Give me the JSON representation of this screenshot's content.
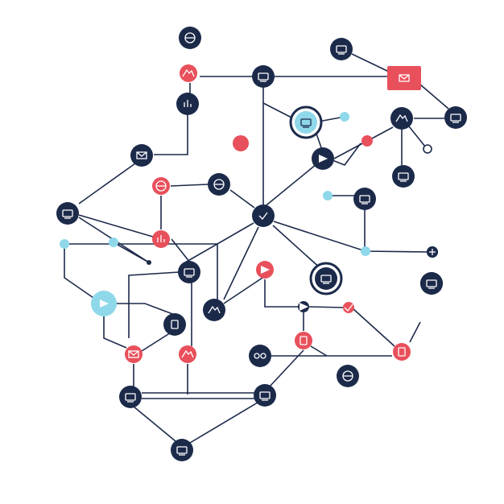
{
  "colors": {
    "background": "#ffffff",
    "navy": "#1c2a4a",
    "red": "#e8505b",
    "cyan": "#8fd8ea",
    "line": "#1c2a4a",
    "glyph_light": "#ffffff"
  },
  "network": {
    "nodes": [
      {
        "id": "n1",
        "kind": "navy",
        "icon": "refresh-icon"
      },
      {
        "id": "n2",
        "kind": "red",
        "icon": "crown-icon"
      },
      {
        "id": "n3",
        "kind": "navy",
        "icon": "key-icon"
      },
      {
        "id": "n4",
        "kind": "navy",
        "icon": "monitor-icon"
      },
      {
        "id": "n5",
        "kind": "navy",
        "icon": "laptop-icon"
      },
      {
        "id": "n6",
        "kind": "red-rect",
        "icon": "envelope-icon"
      },
      {
        "id": "n7",
        "kind": "navy-ring",
        "icon": "document-icon"
      },
      {
        "id": "n8",
        "kind": "navy",
        "icon": "mountain-icon"
      },
      {
        "id": "n9",
        "kind": "navy",
        "icon": "server-icon"
      },
      {
        "id": "n10",
        "kind": "navy",
        "icon": "mail-icon"
      },
      {
        "id": "n11",
        "kind": "red",
        "icon": "target-icon"
      },
      {
        "id": "n12",
        "kind": "navy",
        "icon": "globe-icon"
      },
      {
        "id": "n13",
        "kind": "navy",
        "icon": "checkmark-icon"
      },
      {
        "id": "n14",
        "kind": "navy",
        "icon": "cursor-icon"
      },
      {
        "id": "n15",
        "kind": "red-small",
        "icon": "dot-icon"
      },
      {
        "id": "n16",
        "kind": "navy",
        "icon": "image-icon"
      },
      {
        "id": "n17",
        "kind": "navy",
        "icon": "card-icon"
      },
      {
        "id": "n18",
        "kind": "navy",
        "icon": "laptop-icon"
      },
      {
        "id": "n19",
        "kind": "red",
        "icon": "chart-icon"
      },
      {
        "id": "n20",
        "kind": "navy",
        "icon": "calendar-icon"
      },
      {
        "id": "n21",
        "kind": "red",
        "icon": "paper-plane-icon"
      },
      {
        "id": "n22",
        "kind": "navy-ring",
        "icon": "tablet-icon"
      },
      {
        "id": "n23",
        "kind": "navy",
        "icon": "hat-icon"
      },
      {
        "id": "n24",
        "kind": "cyan",
        "icon": "play-icon"
      },
      {
        "id": "n25",
        "kind": "navy",
        "icon": "shield-icon"
      },
      {
        "id": "n26",
        "kind": "red",
        "icon": "mail-icon"
      },
      {
        "id": "n27",
        "kind": "red",
        "icon": "cloud-icon"
      },
      {
        "id": "n28",
        "kind": "navy",
        "icon": "glasses-icon"
      },
      {
        "id": "n29",
        "kind": "red",
        "icon": "lock-icon"
      },
      {
        "id": "n30",
        "kind": "red",
        "icon": "phone-icon"
      },
      {
        "id": "n31",
        "kind": "navy",
        "icon": "laptop-icon"
      },
      {
        "id": "n32",
        "kind": "navy",
        "icon": "server-icon"
      },
      {
        "id": "n33",
        "kind": "navy",
        "icon": "clock-icon"
      },
      {
        "id": "n34",
        "kind": "navy",
        "icon": "document-icon"
      },
      {
        "id": "n35",
        "kind": "navy",
        "icon": "wifi-icon"
      },
      {
        "id": "n36",
        "kind": "navy",
        "icon": "monitor-icon"
      },
      {
        "id": "n37",
        "kind": "navy-small",
        "icon": "arrow-down-icon"
      },
      {
        "id": "n38",
        "kind": "red-small",
        "icon": "check-icon"
      },
      {
        "id": "n39",
        "kind": "red-dot",
        "icon": "dot-icon"
      },
      {
        "id": "n40",
        "kind": "navy-small",
        "icon": "dot-icon"
      },
      {
        "id": "n41",
        "kind": "cyan-small",
        "icon": "dot-icon"
      },
      {
        "id": "n42",
        "kind": "cyan-small",
        "icon": "dot-icon"
      },
      {
        "id": "n43",
        "kind": "cyan-small",
        "icon": "dot-icon"
      },
      {
        "id": "n44",
        "kind": "cyan-small",
        "icon": "dot-icon"
      },
      {
        "id": "n45",
        "kind": "cyan-small",
        "icon": "dot-icon"
      },
      {
        "id": "n46",
        "kind": "hollow",
        "icon": "dot-icon"
      },
      {
        "id": "n47",
        "kind": "navy-dot",
        "icon": "dot-icon"
      },
      {
        "id": "n48",
        "kind": "navy-small",
        "icon": "plus-icon"
      }
    ]
  }
}
